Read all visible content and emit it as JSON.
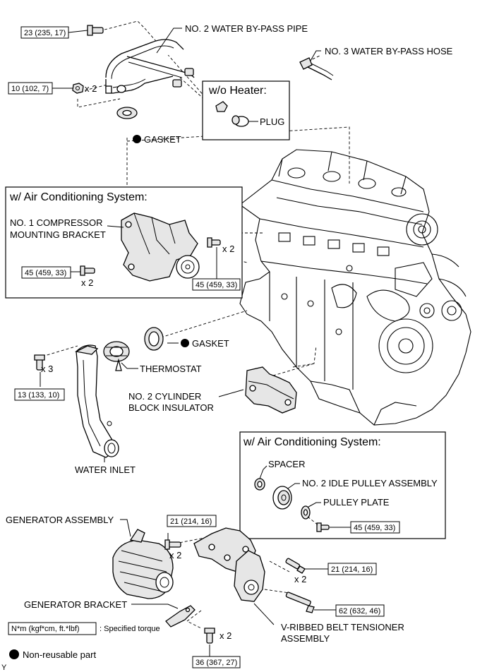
{
  "parts": {
    "water_bypass_pipe_2": "NO. 2 WATER BY-PASS PIPE",
    "water_bypass_hose_3": "NO. 3 WATER BY-PASS HOSE",
    "gasket": "GASKET",
    "plug": "PLUG",
    "compressor_bracket_line1": "NO. 1 COMPRESSOR",
    "compressor_bracket_line2": "MOUNTING BRACKET",
    "thermostat": "THERMOSTAT",
    "insulator_line1": "NO. 2 CYLINDER",
    "insulator_line2": "BLOCK INSULATOR",
    "water_inlet": "WATER INLET",
    "spacer": "SPACER",
    "idle_pulley": "NO. 2 IDLE PULLEY ASSEMBLY",
    "pulley_plate": "PULLEY PLATE",
    "generator_assembly": "GENERATOR ASSEMBLY",
    "generator_bracket": "GENERATOR BRACKET",
    "tensioner_line1": "V-RIBBED BELT TENSIONER",
    "tensioner_line2": "ASSEMBLY"
  },
  "boxes": {
    "wo_heater": "w/o Heater:",
    "ac_system_1": "w/ Air Conditioning System:",
    "ac_system_2": "w/ Air Conditioning System:"
  },
  "torques": {
    "t_23": "23 (235, 17)",
    "t_10": "10 (102, 7)",
    "t_45a": "45 (459, 33)",
    "t_45b": "45 (459, 33)",
    "t_13": "13 (133, 10)",
    "t_45c": "45 (459, 33)",
    "t_21a": "21 (214, 16)",
    "t_21b": "21 (214, 16)",
    "t_62": "62 (632, 46)",
    "t_36": "36 (367, 27)"
  },
  "quantities": {
    "q_10": "x 2",
    "q_45b": "x 2",
    "q_45a": "x 2",
    "q_13": "x 3",
    "q_21a": "x 2",
    "q_21b": "x 2",
    "q_36": "x 2"
  },
  "legend": {
    "torque_box": "N*m (kgf*cm, ft.*lbf)",
    "torque_desc": ": Specified torque",
    "nonreusable": "Non-reusable part"
  },
  "corner_mark": "Y"
}
